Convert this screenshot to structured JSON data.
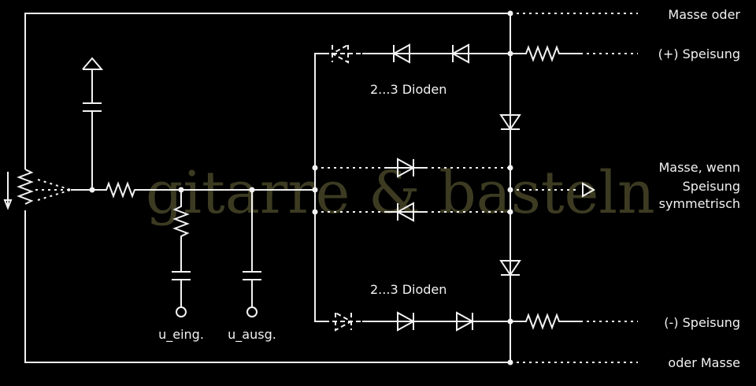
{
  "watermark": "gitarre & basteln",
  "labels": {
    "masse_oder": "Masse oder",
    "plus_speisung": "(+) Speisung",
    "dioden_top": "2...3 Dioden",
    "masse_wenn_1": "Masse, wenn",
    "masse_wenn_2": "Speisung",
    "masse_wenn_3": "symmetrisch",
    "dioden_bottom": "2...3 Dioden",
    "minus_speisung": "(-) Speisung",
    "oder_masse": "oder Masse",
    "u_eing": "u_eing.",
    "u_ausg": "u_ausg."
  },
  "colors": {
    "wire": "#f2f2f2",
    "background": "#000000",
    "watermark": "#3c3b22"
  }
}
